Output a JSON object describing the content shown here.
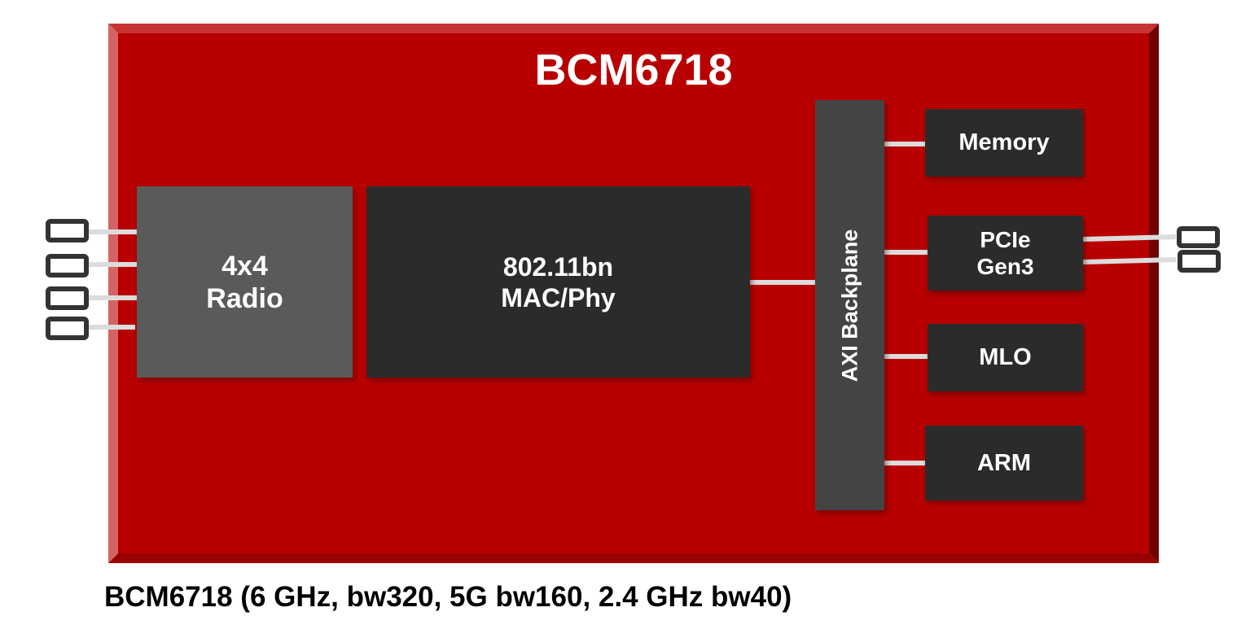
{
  "chip": {
    "title": "BCM6718",
    "color": "#b80000"
  },
  "blocks": {
    "radio": "4x4\nRadio",
    "mac": "802.11bn\nMAC/Phy",
    "axi": "AXI Backplane",
    "memory": "Memory",
    "pcie": "PCIe\nGen3",
    "mlo": "MLO",
    "arm": "ARM"
  },
  "caption": "BCM6718 (6 GHz, bw320, 5G bw160, 2.4 GHz bw40)"
}
